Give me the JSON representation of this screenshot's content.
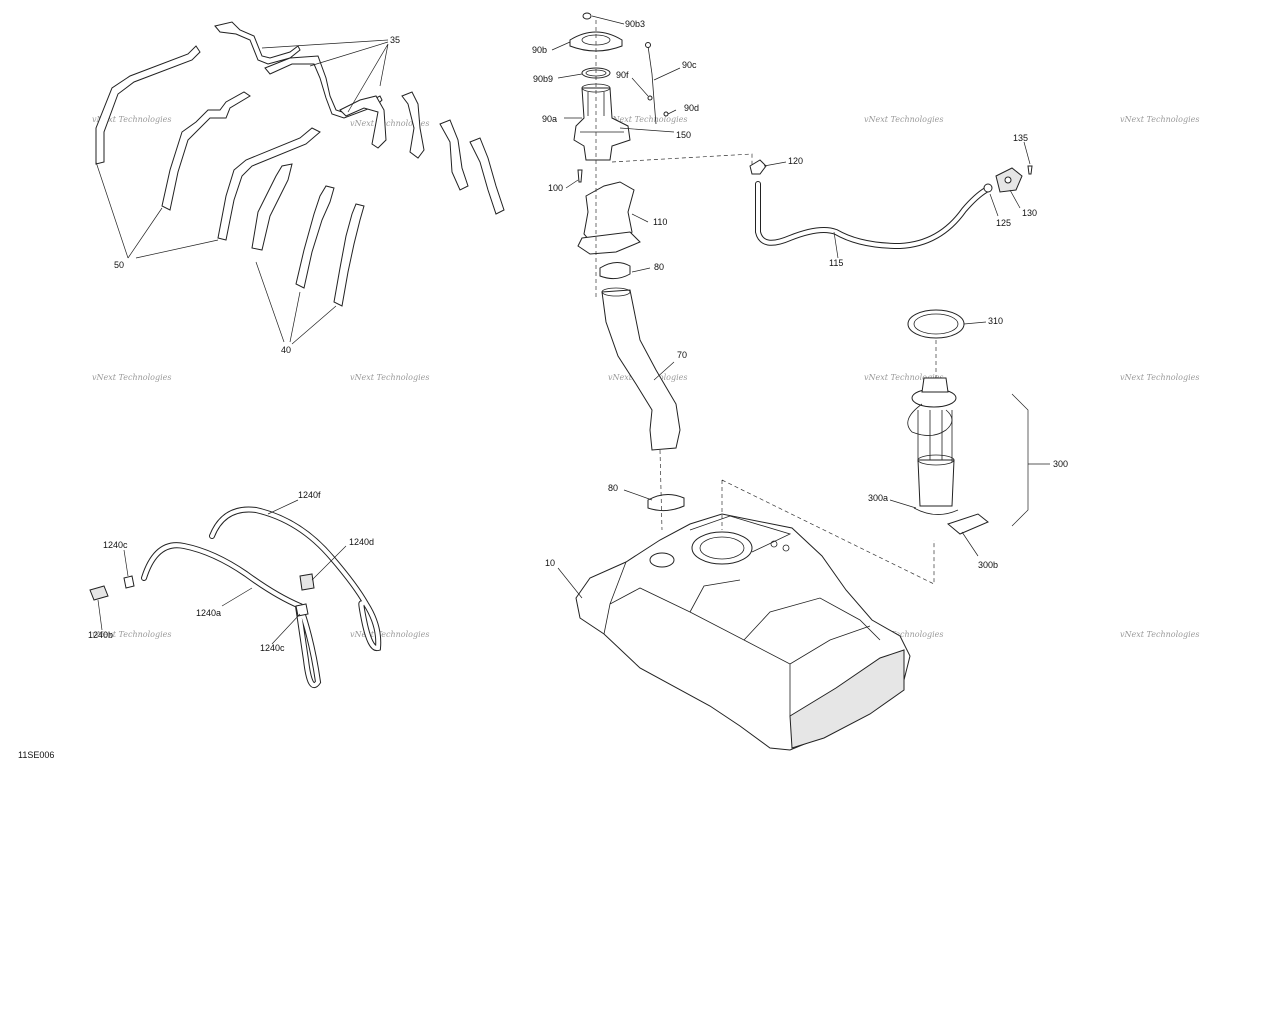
{
  "diagram_code": "11SE006",
  "watermark_text": "vNext Technologies",
  "callouts": {
    "c35": "35",
    "c50": "50",
    "c40": "40",
    "c90b3": "90b3",
    "c90b": "90b",
    "c90b9": "90b9",
    "c90f": "90f",
    "c90c": "90c",
    "c90d": "90d",
    "c90a": "90a",
    "c150": "150",
    "c100": "100",
    "c110": "110",
    "c80a": "80",
    "c80b": "80",
    "c70": "70",
    "c120": "120",
    "c135": "135",
    "c130": "130",
    "c125": "125",
    "c115": "115",
    "c310": "310",
    "c300": "300",
    "c300a": "300a",
    "c300b": "300b",
    "c10": "10",
    "c1240f": "1240f",
    "c1240d": "1240d",
    "c1240c_a": "1240c",
    "c1240c_b": "1240c",
    "c1240a": "1240a",
    "c1240b": "1240b"
  }
}
